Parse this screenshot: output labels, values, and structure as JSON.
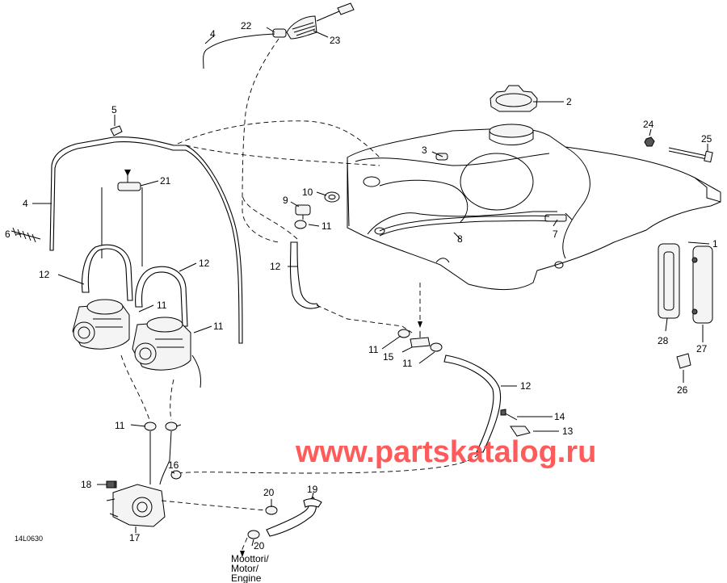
{
  "diagram_code": "14L0630",
  "watermark": "www.partskatalog.ru",
  "engine_label": [
    "Moottori/",
    "Motor/",
    "Engine"
  ],
  "callouts": {
    "c1": "1",
    "c2": "2",
    "c3": "3",
    "c4a": "4",
    "c4b": "4",
    "c5": "5",
    "c6": "6",
    "c7": "7",
    "c8": "8",
    "c9": "9",
    "c10": "10",
    "c11a": "11",
    "c11b": "11",
    "c11c": "11",
    "c11d": "11",
    "c11e": "11",
    "c11f": "11",
    "c12a": "12",
    "c12b": "12",
    "c12c": "12",
    "c12d": "12",
    "c13": "13",
    "c14": "14",
    "c15": "15",
    "c16": "16",
    "c17": "17",
    "c18": "18",
    "c19": "19",
    "c20a": "20",
    "c20b": "20",
    "c21": "21",
    "c22": "22",
    "c23": "23",
    "c24": "24",
    "c25": "25",
    "c26": "26",
    "c27": "27",
    "c28": "28"
  }
}
